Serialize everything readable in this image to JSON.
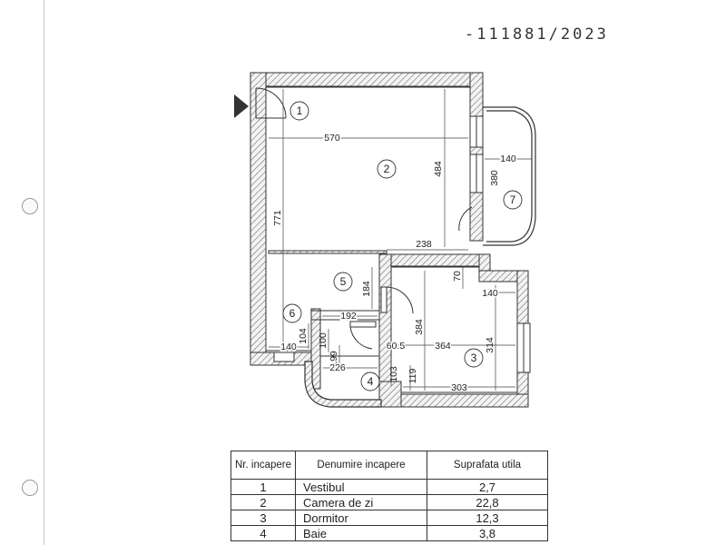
{
  "document": {
    "number": "-111881/2023"
  },
  "plan": {
    "dimensions": [
      "570",
      "484",
      "771",
      "140",
      "380",
      "238",
      "70",
      "184",
      "140",
      "192",
      "104",
      "100",
      "140",
      "199",
      "226",
      "103",
      "60.5",
      "384",
      "364",
      "314",
      "119",
      "303"
    ],
    "room_labels": [
      "1",
      "2",
      "3",
      "4",
      "5",
      "6",
      "7"
    ]
  },
  "table": {
    "headers": [
      "Nr. incapere",
      "Denumire incapere",
      "Suprafata utila"
    ],
    "rows": [
      {
        "nr": "1",
        "name": "Vestibul",
        "area": "2,7"
      },
      {
        "nr": "2",
        "name": "Camera de zi",
        "area": "22,8"
      },
      {
        "nr": "3",
        "name": "Dormitor",
        "area": "12,3"
      },
      {
        "nr": "4",
        "name": "Baie",
        "area": "3,8"
      }
    ]
  }
}
